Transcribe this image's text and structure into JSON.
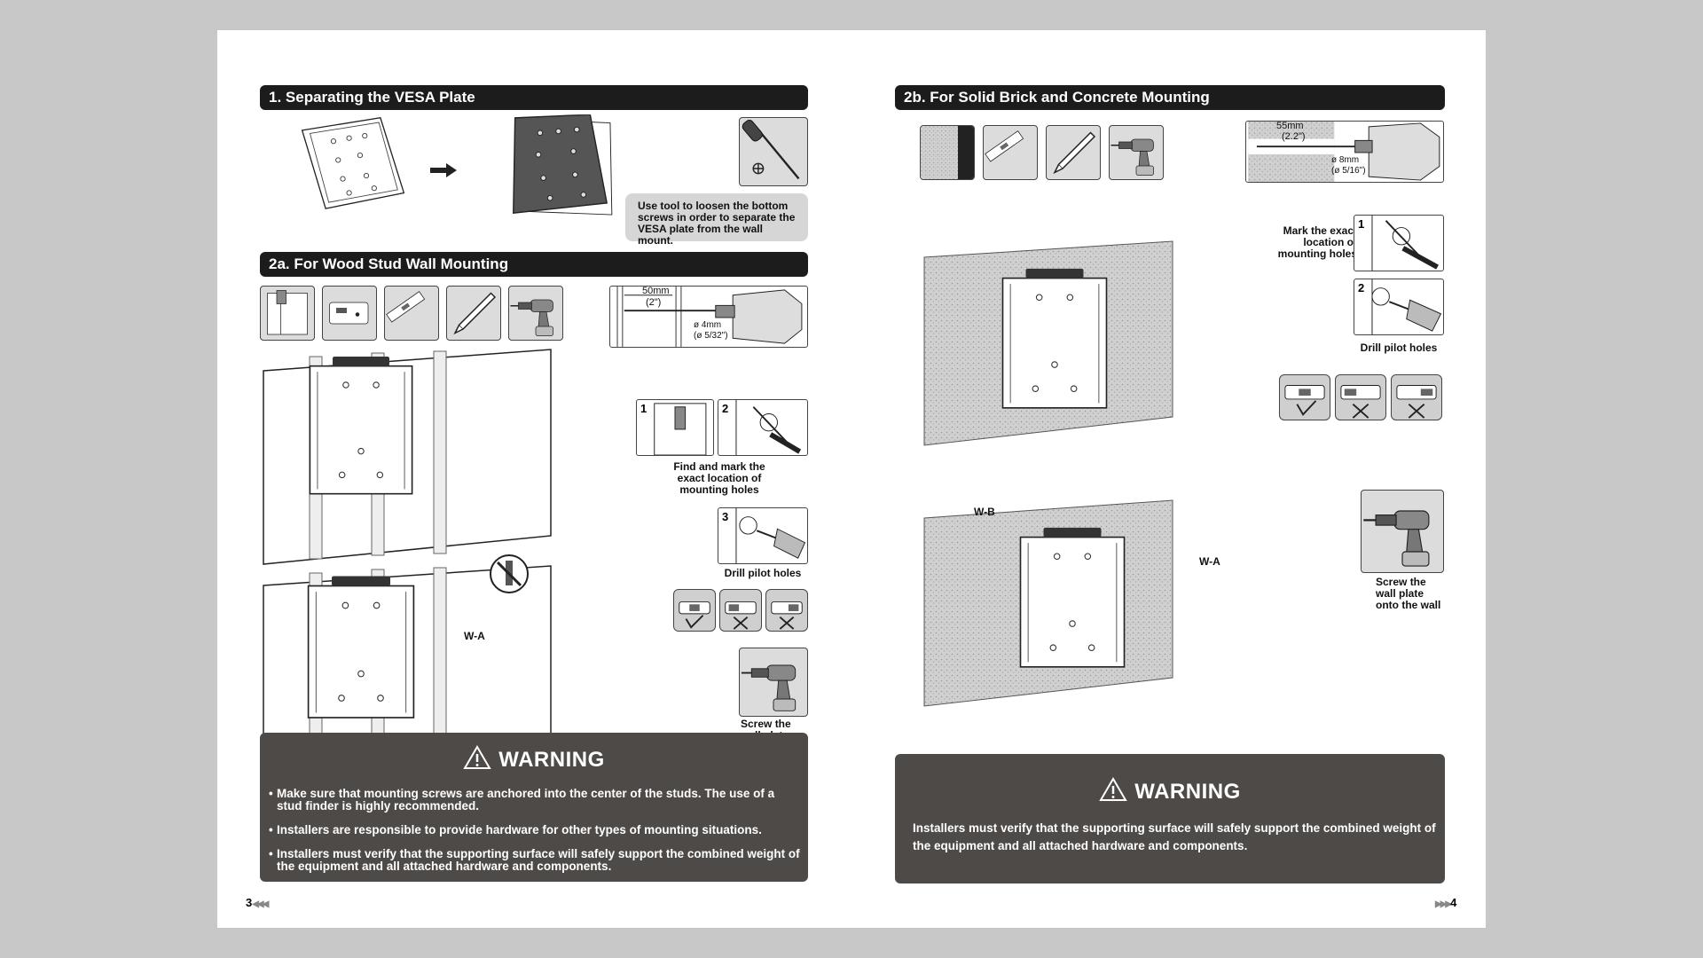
{
  "left_page": {
    "section1": {
      "title": "1. Separating the VESA Plate",
      "note": "Use tool to loosen the bottom screws in order to separate the VESA plate from the wall mount."
    },
    "section2a": {
      "title": "2a. For Wood Stud Wall Mounting",
      "dim_width": "50mm",
      "dim_width_in": "(2\")",
      "dim_drill": "ø 4mm",
      "dim_drill_in": "(ø 5/32\")",
      "step1_num": "1",
      "step2_num": "2",
      "step3_num": "3",
      "caption_mark": "Find and mark the exact location of mounting holes",
      "caption_drill": "Drill pilot holes",
      "caption_screw": "Screw the wall plate onto the wall",
      "label_wa": "W-A"
    },
    "warning": {
      "title": "WARNING",
      "items": [
        "Make sure that mounting screws are anchored into the center of the studs. The use of a stud finder is highly recommended.",
        "Installers are responsible to provide hardware for other types of mounting situations.",
        "Installers must verify that the supporting surface will safely support the combined weight of the equipment and all attached hardware and components."
      ]
    },
    "page_number": "3"
  },
  "right_page": {
    "section2b": {
      "title": "2b. For Solid Brick and Concrete Mounting",
      "dim_width": "55mm",
      "dim_width_in": "(2.2\")",
      "dim_drill": "ø 8mm",
      "dim_drill_in": "(ø 5/16\")",
      "step1_num": "1",
      "step2_num": "2",
      "caption_mark": "Mark the exact location of mounting holes",
      "caption_drill": "Drill pilot holes",
      "caption_screw": "Screw the wall plate onto the wall",
      "label_wa": "W-A",
      "label_wb": "W-B"
    },
    "warning": {
      "title": "WARNING",
      "text": "Installers must verify that the supporting surface will safely support the combined weight of the equipment and all attached hardware and components."
    },
    "page_number": "4"
  },
  "colors": {
    "page_bg": "#c8c8c8",
    "header_bar": "#1c1c1c",
    "warning_bg": "#4e4a47",
    "tool_bg": "#dcdcdc"
  }
}
